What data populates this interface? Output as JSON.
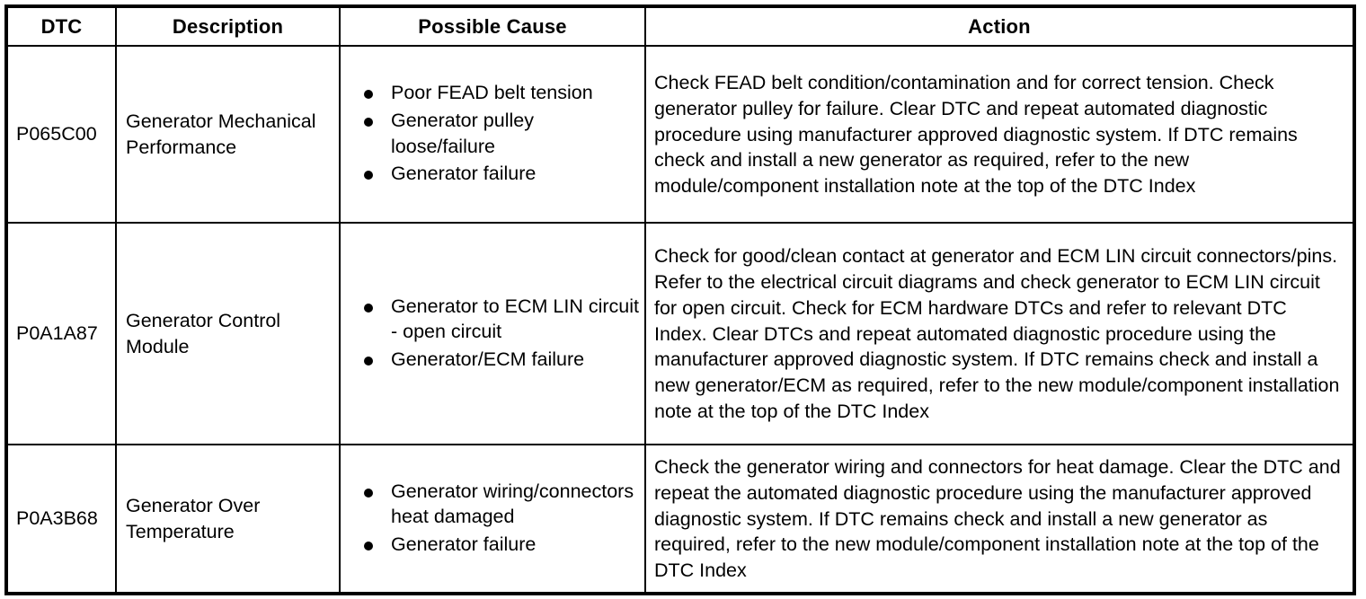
{
  "table": {
    "headers": {
      "dtc": "DTC",
      "description": "Description",
      "possible_cause": "Possible Cause",
      "action": "Action"
    },
    "rows": [
      {
        "dtc": "P065C00",
        "description": "Generator Mechanical Performance",
        "causes": [
          "Poor FEAD belt tension",
          "Generator pulley loose/failure",
          "Generator failure"
        ],
        "action": "Check FEAD belt condition/contamination and for correct tension. Check generator pulley for failure. Clear DTC and repeat automated diagnostic procedure using manufacturer approved diagnostic system. If DTC remains check and install a new generator as required, refer to the new module/component installation note at the top of the DTC Index"
      },
      {
        "dtc": "P0A1A87",
        "description": "Generator Control Module",
        "causes": [
          "Generator to ECM LIN circuit - open circuit",
          "Generator/ECM failure"
        ],
        "action": "Check for good/clean contact at generator and ECM LIN circuit connectors/pins. Refer to the electrical circuit diagrams and check generator to ECM LIN circuit for open circuit. Check for ECM hardware DTCs and refer to relevant DTC Index. Clear DTCs and repeat automated diagnostic procedure using the manufacturer approved diagnostic system. If DTC remains check and install a new generator/ECM as required, refer to the new module/component installation note at the top of the DTC Index"
      },
      {
        "dtc": "P0A3B68",
        "description": "Generator Over Temperature",
        "causes": [
          "Generator wiring/connectors heat damaged",
          "Generator failure"
        ],
        "action": "Check the generator wiring and connectors for heat damage. Clear the DTC and repeat the automated diagnostic procedure using the manufacturer approved diagnostic system. If DTC remains check and install a new generator as required, refer to the new module/component installation note at the top of the DTC Index"
      }
    ]
  },
  "colors": {
    "border": "#000000",
    "text": "#000000",
    "background": "#ffffff"
  }
}
